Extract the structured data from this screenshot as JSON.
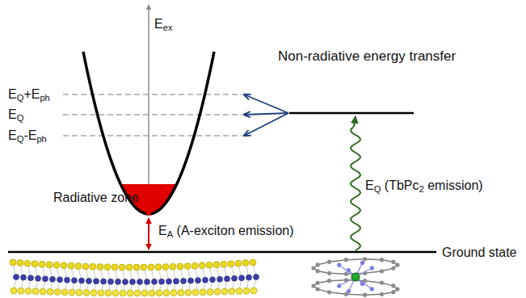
{
  "diagram": {
    "labels": [
      "Eex",
      "EQ+Eph",
      "EQ",
      "EQ-Eph",
      "Non-radiative energy transfer",
      "EQ (TbPc2 emission)",
      "Radiative zone",
      "EA (A-exciton emission)",
      "Ground state"
    ]
  }
}
